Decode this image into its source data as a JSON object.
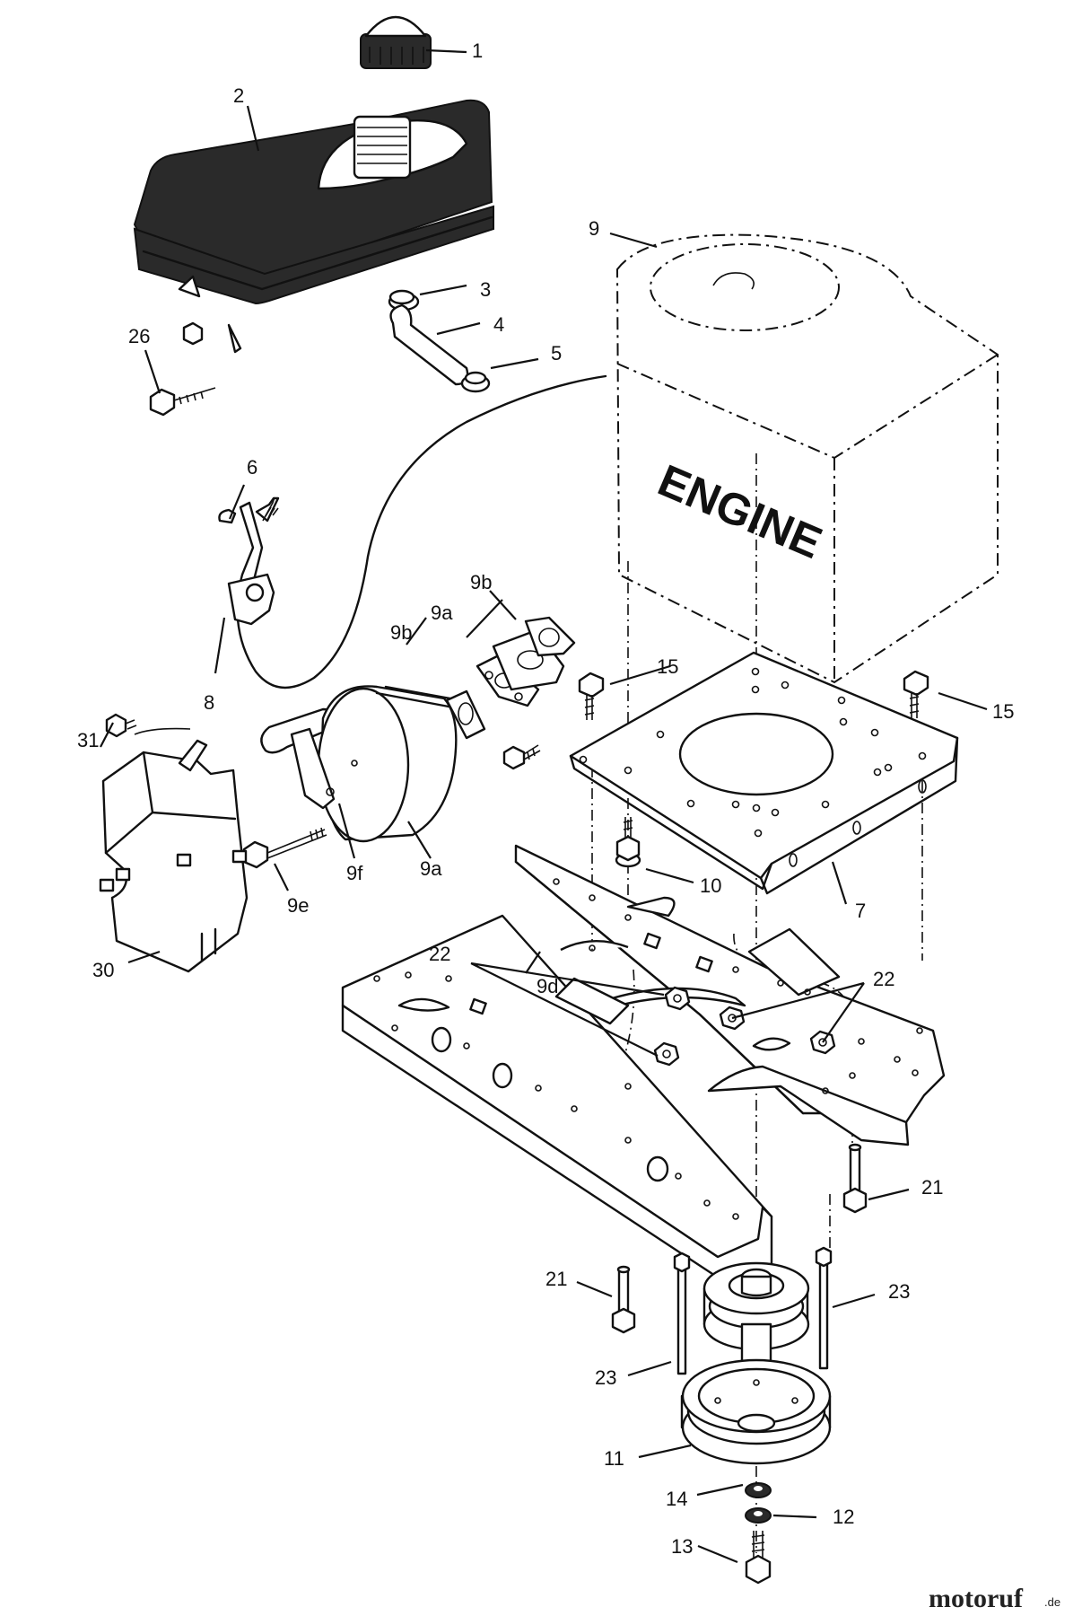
{
  "diagram": {
    "engine_text": "ENGINE",
    "watermark": {
      "brand": "motoruf",
      "suffix": ".de"
    },
    "callouts": [
      {
        "id": "c1",
        "text": "1"
      },
      {
        "id": "c2",
        "text": "2"
      },
      {
        "id": "c3",
        "text": "3"
      },
      {
        "id": "c4",
        "text": "4"
      },
      {
        "id": "c5",
        "text": "5"
      },
      {
        "id": "c6",
        "text": "6"
      },
      {
        "id": "c7",
        "text": "7"
      },
      {
        "id": "c8",
        "text": "8"
      },
      {
        "id": "c9",
        "text": "9"
      },
      {
        "id": "c9a_top",
        "text": "9a"
      },
      {
        "id": "c9a_bottom",
        "text": "9a"
      },
      {
        "id": "c9b_left",
        "text": "9b"
      },
      {
        "id": "c9b_right",
        "text": "9b"
      },
      {
        "id": "c9d",
        "text": "9d"
      },
      {
        "id": "c9e",
        "text": "9e"
      },
      {
        "id": "c9f",
        "text": "9f"
      },
      {
        "id": "c10",
        "text": "10"
      },
      {
        "id": "c11",
        "text": "11"
      },
      {
        "id": "c12",
        "text": "12"
      },
      {
        "id": "c13",
        "text": "13"
      },
      {
        "id": "c14",
        "text": "14"
      },
      {
        "id": "c15_left",
        "text": "15"
      },
      {
        "id": "c15_right",
        "text": "15"
      },
      {
        "id": "c21_right",
        "text": "21"
      },
      {
        "id": "c21_left",
        "text": "21"
      },
      {
        "id": "c22_left",
        "text": "22"
      },
      {
        "id": "c22_right",
        "text": "22"
      },
      {
        "id": "c23_right",
        "text": "23"
      },
      {
        "id": "c23_left",
        "text": "23"
      },
      {
        "id": "c26",
        "text": "26"
      },
      {
        "id": "c30",
        "text": "30"
      },
      {
        "id": "c31",
        "text": "31"
      }
    ]
  }
}
